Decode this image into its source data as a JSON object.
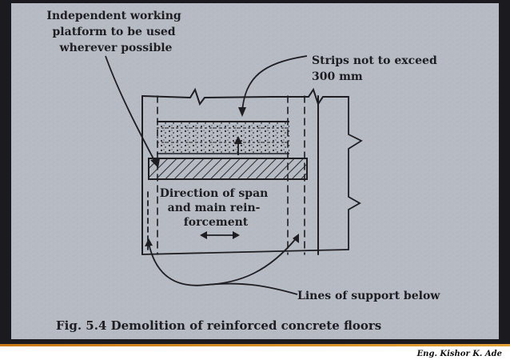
{
  "diagram": {
    "label_platform": [
      "Independent working",
      "platform to be used",
      "wherever possible"
    ],
    "label_strips": [
      "Strips not to exceed",
      "300 mm"
    ],
    "label_span": [
      "Direction of span",
      "and main rein-",
      "forcement"
    ],
    "label_support": "Lines of support below",
    "caption": "Fig. 5.4 Demolition of reinforced concrete floors"
  },
  "footer": {
    "author": "Eng. Kishor K. Ade"
  },
  "colors": {
    "paper": "#b7bcc4",
    "ink": "#1d1d22",
    "footer_accent": "#d48a25"
  }
}
